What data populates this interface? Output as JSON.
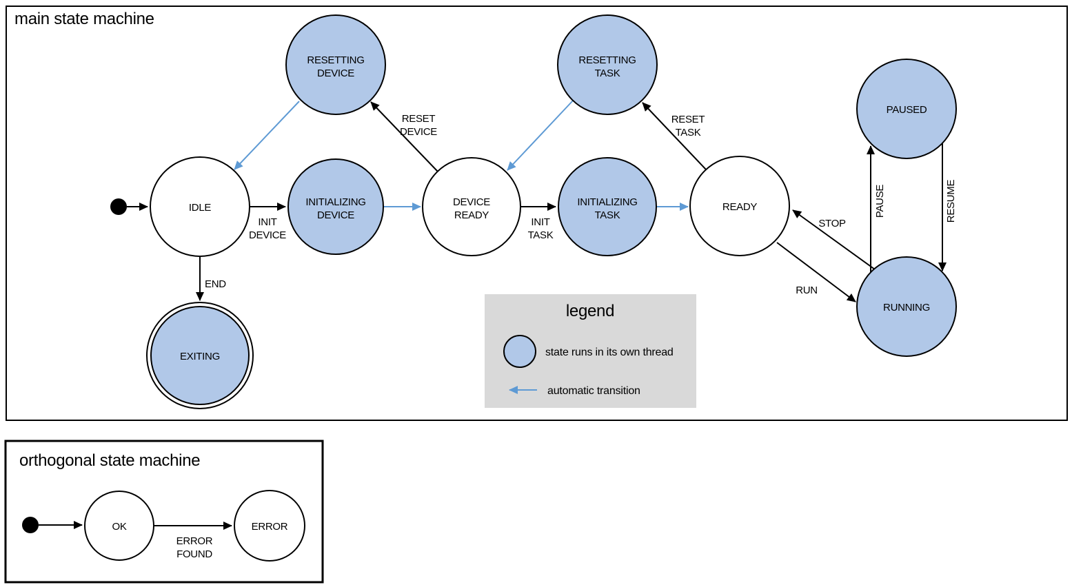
{
  "colors": {
    "state_thread_fill": "#b1c8e8",
    "auto_transition": "#5e9ad4",
    "legend_bg": "#d9d9d9",
    "outline": "#000000"
  },
  "main": {
    "title": "main state machine",
    "states": {
      "idle": {
        "label": "IDLE"
      },
      "resetting_device": {
        "line1": "RESETTING",
        "line2": "DEVICE"
      },
      "initializing_device": {
        "line1": "INITIALIZING",
        "line2": "DEVICE"
      },
      "device_ready": {
        "line1": "DEVICE",
        "line2": "READY"
      },
      "resetting_task": {
        "line1": "RESETTING",
        "line2": "TASK"
      },
      "initializing_task": {
        "line1": "INITIALIZING",
        "line2": "TASK"
      },
      "ready": {
        "label": "READY"
      },
      "paused": {
        "label": "PAUSED"
      },
      "running": {
        "label": "RUNNING"
      },
      "exiting": {
        "label": "EXITING"
      }
    },
    "transitions": {
      "init_device": {
        "line1": "INIT",
        "line2": "DEVICE"
      },
      "reset_device": {
        "line1": "RESET",
        "line2": "DEVICE"
      },
      "init_task": {
        "line1": "INIT",
        "line2": "TASK"
      },
      "reset_task": {
        "line1": "RESET",
        "line2": "TASK"
      },
      "end": "END",
      "run": "RUN",
      "stop": "STOP",
      "pause": "PAUSE",
      "resume": "RESUME"
    },
    "legend": {
      "title": "legend",
      "thread_label": "state runs in its own thread",
      "auto_label": "automatic transition"
    }
  },
  "orthogonal": {
    "title": "orthogonal state machine",
    "states": {
      "ok": {
        "label": "OK"
      },
      "error": {
        "label": "ERROR"
      }
    },
    "transitions": {
      "error_found": {
        "line1": "ERROR",
        "line2": "FOUND"
      }
    }
  }
}
